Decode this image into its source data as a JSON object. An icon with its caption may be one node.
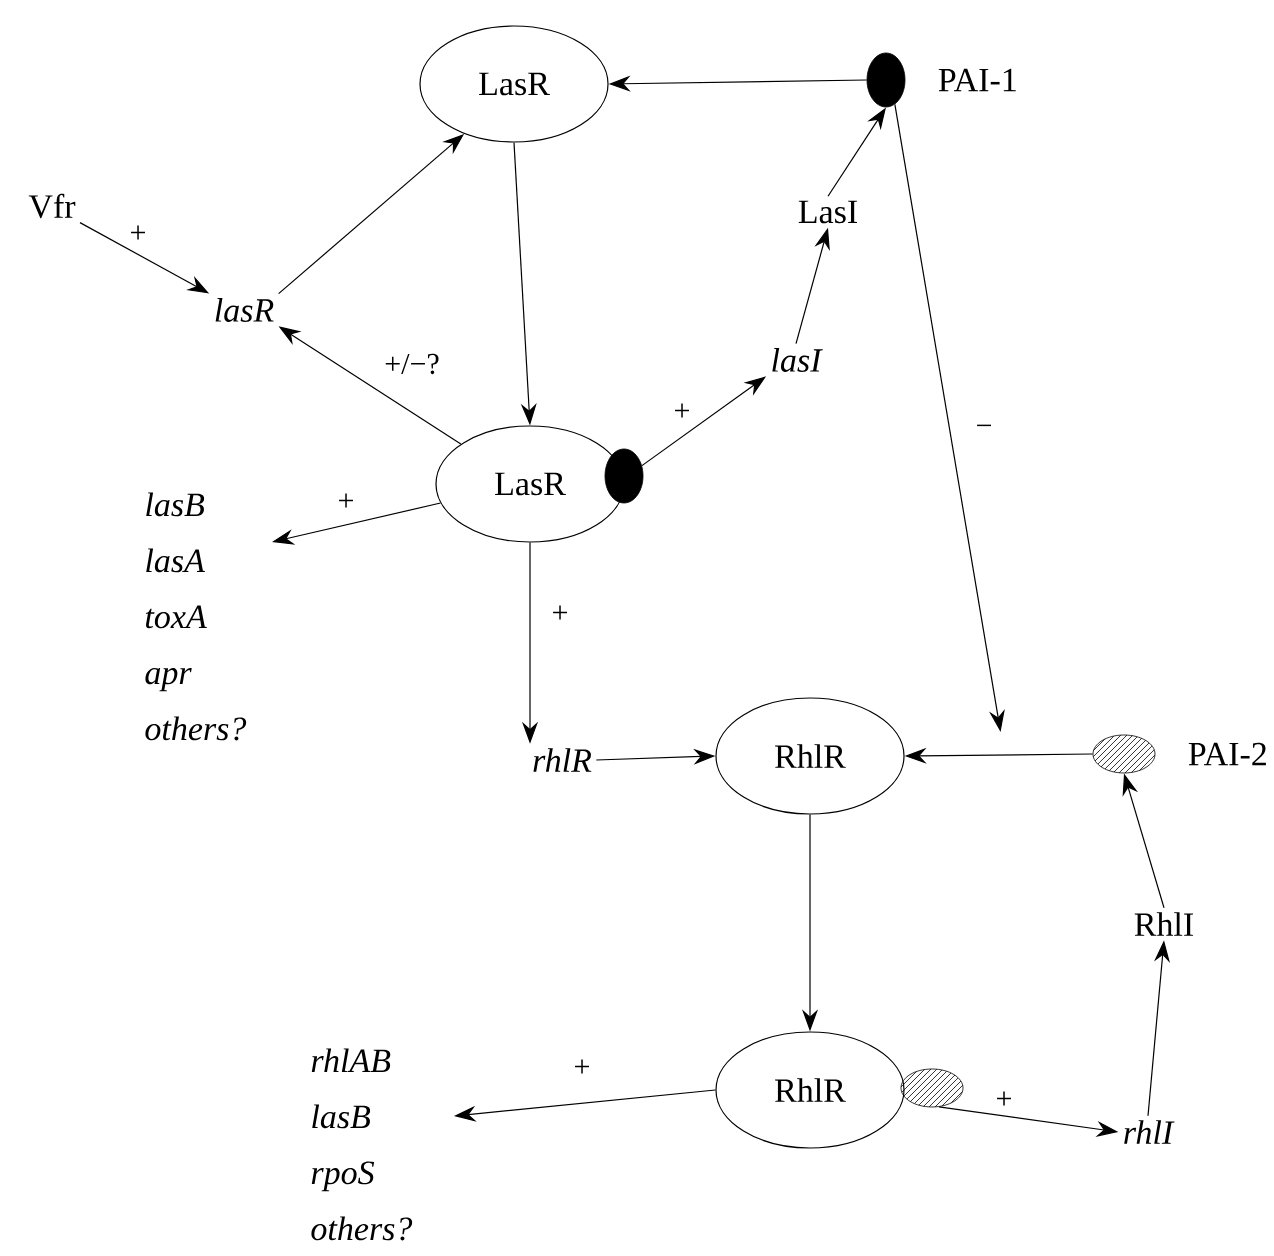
{
  "diagram": {
    "nodes": [
      {
        "text": [
          "LasR"
        ]
      },
      {
        "text": [],
        "shape": "circle",
        "beside": [
          "PAI-1"
        ]
      },
      {
        "text": [
          "Vfr"
        ]
      },
      {
        "text": [
          "lasR"
        ]
      },
      {
        "text": [
          "LasR"
        ]
      },
      {
        "text": [],
        "shape": "circle"
      },
      {
        "text": [
          "lasI"
        ]
      },
      {
        "text": [
          "LasI"
        ]
      },
      {
        "text": [
          "lasB",
          "lasA",
          "toxA",
          "apr",
          "others?"
        ]
      },
      {
        "text": [
          "rhlR"
        ]
      },
      {
        "text": [
          "RhlR"
        ]
      },
      {
        "text": [],
        "shape": "circle",
        "beside": [
          "PAI-2"
        ]
      },
      {
        "text": [
          "RhlI"
        ]
      },
      {
        "text": [
          "RhlR"
        ]
      },
      {
        "text": [],
        "shape": "circle"
      },
      {
        "text": [
          "rhlI"
        ]
      },
      {
        "text": [
          "rhlAB",
          "lasB",
          "rpoS",
          "others?"
        ]
      }
    ],
    "edges": [
      {
        "from": 1,
        "to": 0,
        "arrow": "to"
      },
      {
        "from": 2,
        "to": 3,
        "arrow": "to",
        "label": "+"
      },
      {
        "from": 3,
        "to": 0,
        "arrow": "to"
      },
      {
        "from": 0,
        "to": 4,
        "arrow": "to"
      },
      {
        "from": 4,
        "to": 3,
        "arrow": "to",
        "label": "+/−?"
      },
      {
        "from": 5,
        "to": 6,
        "arrow": "to",
        "label": "+"
      },
      {
        "from": 6,
        "to": 7,
        "arrow": "to"
      },
      {
        "from": 7,
        "to": 1,
        "arrow": "to"
      },
      {
        "from": 4,
        "to": 8,
        "arrow": "to",
        "label": "+"
      },
      {
        "from": 4,
        "to": 9,
        "arrow": "to",
        "label": "+"
      },
      {
        "from": 1,
        "to": 10,
        "arrow": "to",
        "label": "−"
      },
      {
        "from": 9,
        "to": 10,
        "arrow": "to"
      },
      {
        "from": 11,
        "to": 10,
        "arrow": "to"
      },
      {
        "from": 10,
        "to": 13,
        "arrow": "to"
      },
      {
        "from": 13,
        "to": 16,
        "arrow": "to",
        "label": "+"
      },
      {
        "from": 14,
        "to": 15,
        "arrow": "to",
        "label": "+"
      },
      {
        "from": 15,
        "to": 12,
        "arrow": "to"
      },
      {
        "from": 12,
        "to": 11,
        "arrow": "to"
      }
    ]
  }
}
